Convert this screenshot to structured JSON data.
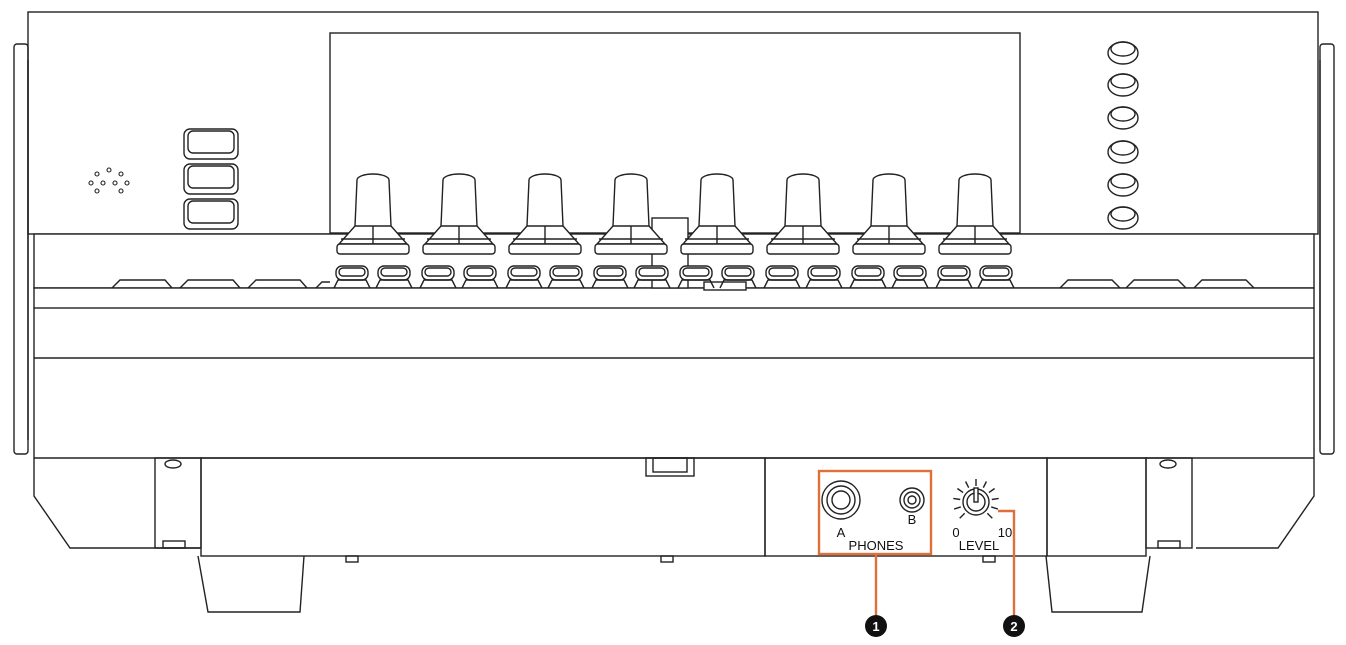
{
  "labels": {
    "jack_a": "A",
    "jack_b": "B",
    "phones": "PHONES",
    "level_min": "0",
    "level_max": "10",
    "level": "LEVEL"
  },
  "callouts": [
    {
      "id": "callout-1",
      "number": "1"
    },
    {
      "id": "callout-2",
      "number": "2"
    }
  ],
  "colors": {
    "outline": "#222222",
    "callout_box": "#e0703a",
    "callout_dot": "#111111"
  }
}
